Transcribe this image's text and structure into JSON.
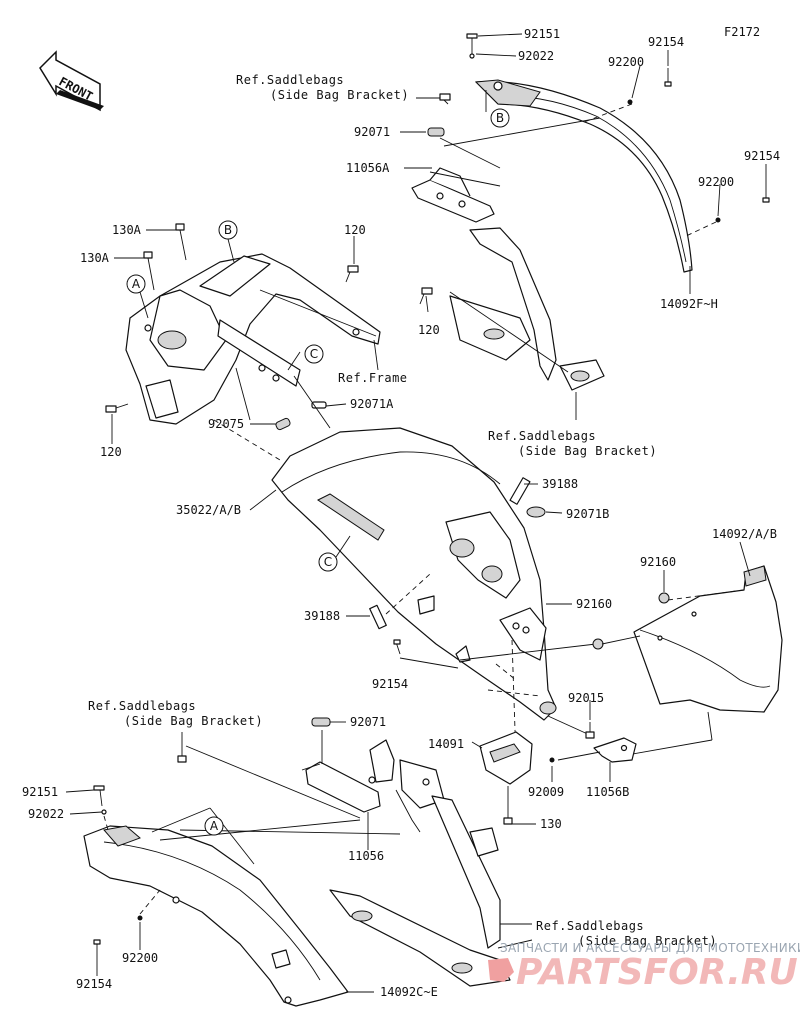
{
  "figure_code": "F2172",
  "front_label": "FRONT",
  "labels": {
    "p92151_top": "92151",
    "p92022_top": "92022",
    "p92154_top": "92154",
    "p92200_top": "92200",
    "ref_saddlebags_top_l1": "Ref.Saddlebags",
    "ref_saddlebags_top_l2": "(Side Bag Bracket)",
    "p92071_top": "92071",
    "p11056A": "11056A",
    "p92154_right": "92154",
    "p92200_right": "92200",
    "p14092FH": "14092F~H",
    "p130A_1": "130A",
    "p130A_2": "130A",
    "p120_top": "120",
    "p120_mid": "120",
    "ref_frame": "Ref.Frame",
    "p92071A": "92071A",
    "p92075": "92075",
    "p120_left": "120",
    "ref_saddlebags_mid_l1": "Ref.Saddlebags",
    "ref_saddlebags_mid_l2": "(Side Bag Bracket)",
    "p35022AB": "35022/A/B",
    "p39188_top": "39188",
    "p92071B": "92071B",
    "p14092AB": "14092/A/B",
    "p92160_top": "92160",
    "p92160_mid": "92160",
    "p39188_left": "39188",
    "p92154_mid": "92154",
    "p92015": "92015",
    "ref_saddlebags_low_l1": "Ref.Saddlebags",
    "ref_saddlebags_low_l2": "(Side Bag Bracket)",
    "p92071_low": "92071",
    "p14091": "14091",
    "p92009": "92009",
    "p11056B": "11056B",
    "p92151_low": "92151",
    "p92022_low": "92022",
    "p11056": "11056",
    "p130": "130",
    "p92200_low": "92200",
    "p92154_low": "92154",
    "ref_saddlebags_bot_l1": "Ref.Saddlebags",
    "ref_saddlebags_bot_l2": "(Side Bag Bracket)",
    "p14092CE": "14092C~E"
  },
  "callouts": {
    "B_top": "B",
    "B_frame": "B",
    "A_frame": "A",
    "C_frame": "C",
    "C_fender": "C",
    "A_low": "A"
  },
  "watermark": {
    "tagline": "ЗАПЧАСТИ И АКСЕССУАРЫ ДЛЯ МОТОТЕХНИКИ",
    "logo": "PARTSFOR.RU"
  }
}
